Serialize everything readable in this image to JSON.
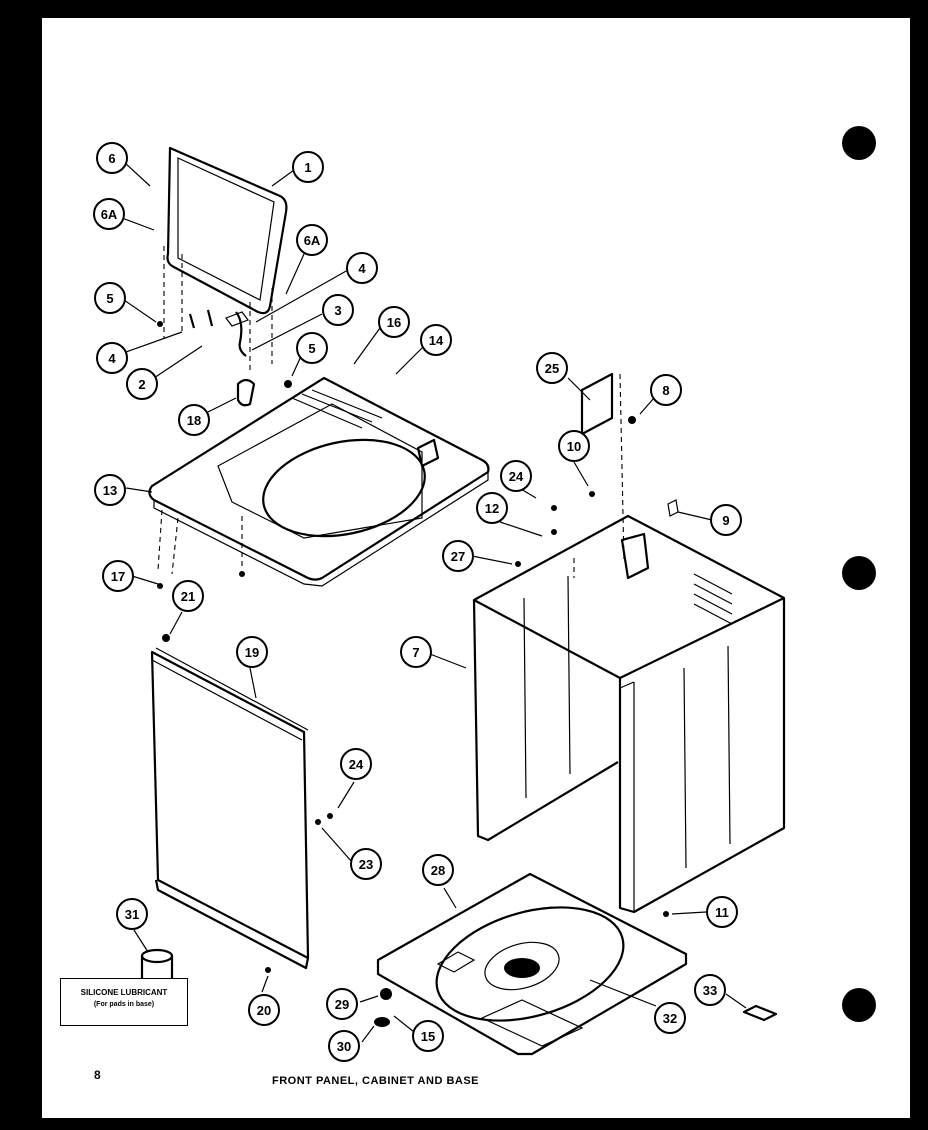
{
  "page": {
    "page_number": "8",
    "caption": "FRONT PANEL, CABINET AND BASE",
    "lubricant_note_line1": "SILICONE LUBRICANT",
    "lubricant_note_line2": "(For pads in base)"
  },
  "callouts": [
    {
      "id": "c1",
      "label": "1"
    },
    {
      "id": "c6",
      "label": "6"
    },
    {
      "id": "c6a1",
      "label": "6A"
    },
    {
      "id": "c6a2",
      "label": "6A"
    },
    {
      "id": "c4a",
      "label": "4"
    },
    {
      "id": "c5a",
      "label": "5"
    },
    {
      "id": "c3",
      "label": "3"
    },
    {
      "id": "c16",
      "label": "16"
    },
    {
      "id": "c14",
      "label": "14"
    },
    {
      "id": "c4b",
      "label": "4"
    },
    {
      "id": "c2",
      "label": "2"
    },
    {
      "id": "c5b",
      "label": "5"
    },
    {
      "id": "c18",
      "label": "18"
    },
    {
      "id": "c13",
      "label": "13"
    },
    {
      "id": "c17",
      "label": "17"
    },
    {
      "id": "c21",
      "label": "21"
    },
    {
      "id": "c19",
      "label": "19"
    },
    {
      "id": "c25",
      "label": "25"
    },
    {
      "id": "c8",
      "label": "8"
    },
    {
      "id": "c10",
      "label": "10"
    },
    {
      "id": "c24a",
      "label": "24"
    },
    {
      "id": "c12",
      "label": "12"
    },
    {
      "id": "c9",
      "label": "9"
    },
    {
      "id": "c27",
      "label": "27"
    },
    {
      "id": "c7",
      "label": "7"
    },
    {
      "id": "c24b",
      "label": "24"
    },
    {
      "id": "c23",
      "label": "23"
    },
    {
      "id": "c28",
      "label": "28"
    },
    {
      "id": "c11",
      "label": "11"
    },
    {
      "id": "c31",
      "label": "31"
    },
    {
      "id": "c20",
      "label": "20"
    },
    {
      "id": "c29",
      "label": "29"
    },
    {
      "id": "c30",
      "label": "30"
    },
    {
      "id": "c15",
      "label": "15"
    },
    {
      "id": "c32",
      "label": "32"
    },
    {
      "id": "c33",
      "label": "33"
    }
  ],
  "colors": {
    "ink": "#000000",
    "paper": "#ffffff",
    "frame": "#000000"
  }
}
